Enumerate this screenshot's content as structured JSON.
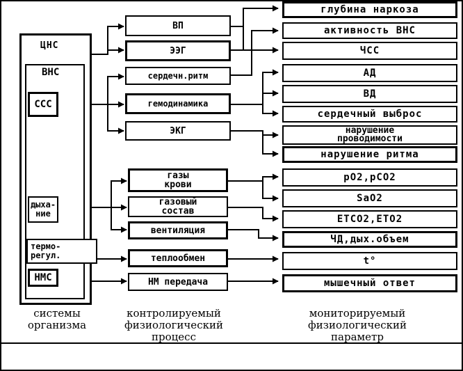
{
  "systems": {
    "cns": "ЦНС",
    "ans": "ВНС",
    "cvs": "ССС",
    "resp": "дыха-\nние",
    "thermo": "термо-\nрегул.",
    "nms": "НМС"
  },
  "processes": [
    "ВП",
    "ЭЭГ",
    "сердечн.ритм",
    "гемодинамика",
    "ЭКГ",
    "газы\nкрови",
    "газовый\nсостав",
    "вентиляция",
    "теплообмен",
    "НМ передача"
  ],
  "parameters": [
    "глубина наркоза",
    "активность ВНС",
    "ЧСС",
    "АД",
    "ВД",
    "сердечный выброс",
    "нарушение\nпроводимости",
    "нарушение ритма",
    "pO2,pCO2",
    "SaO2",
    "ETCO2,ETO2",
    "ЧД,дых.объем",
    "t°",
    "мышечный ответ"
  ],
  "captions": {
    "col1": "системы\nорганизма",
    "col2": "контролируемый\nфизиологический\nпроцесс",
    "col3": "мониторируемый\nфизиологический\nпараметр"
  }
}
